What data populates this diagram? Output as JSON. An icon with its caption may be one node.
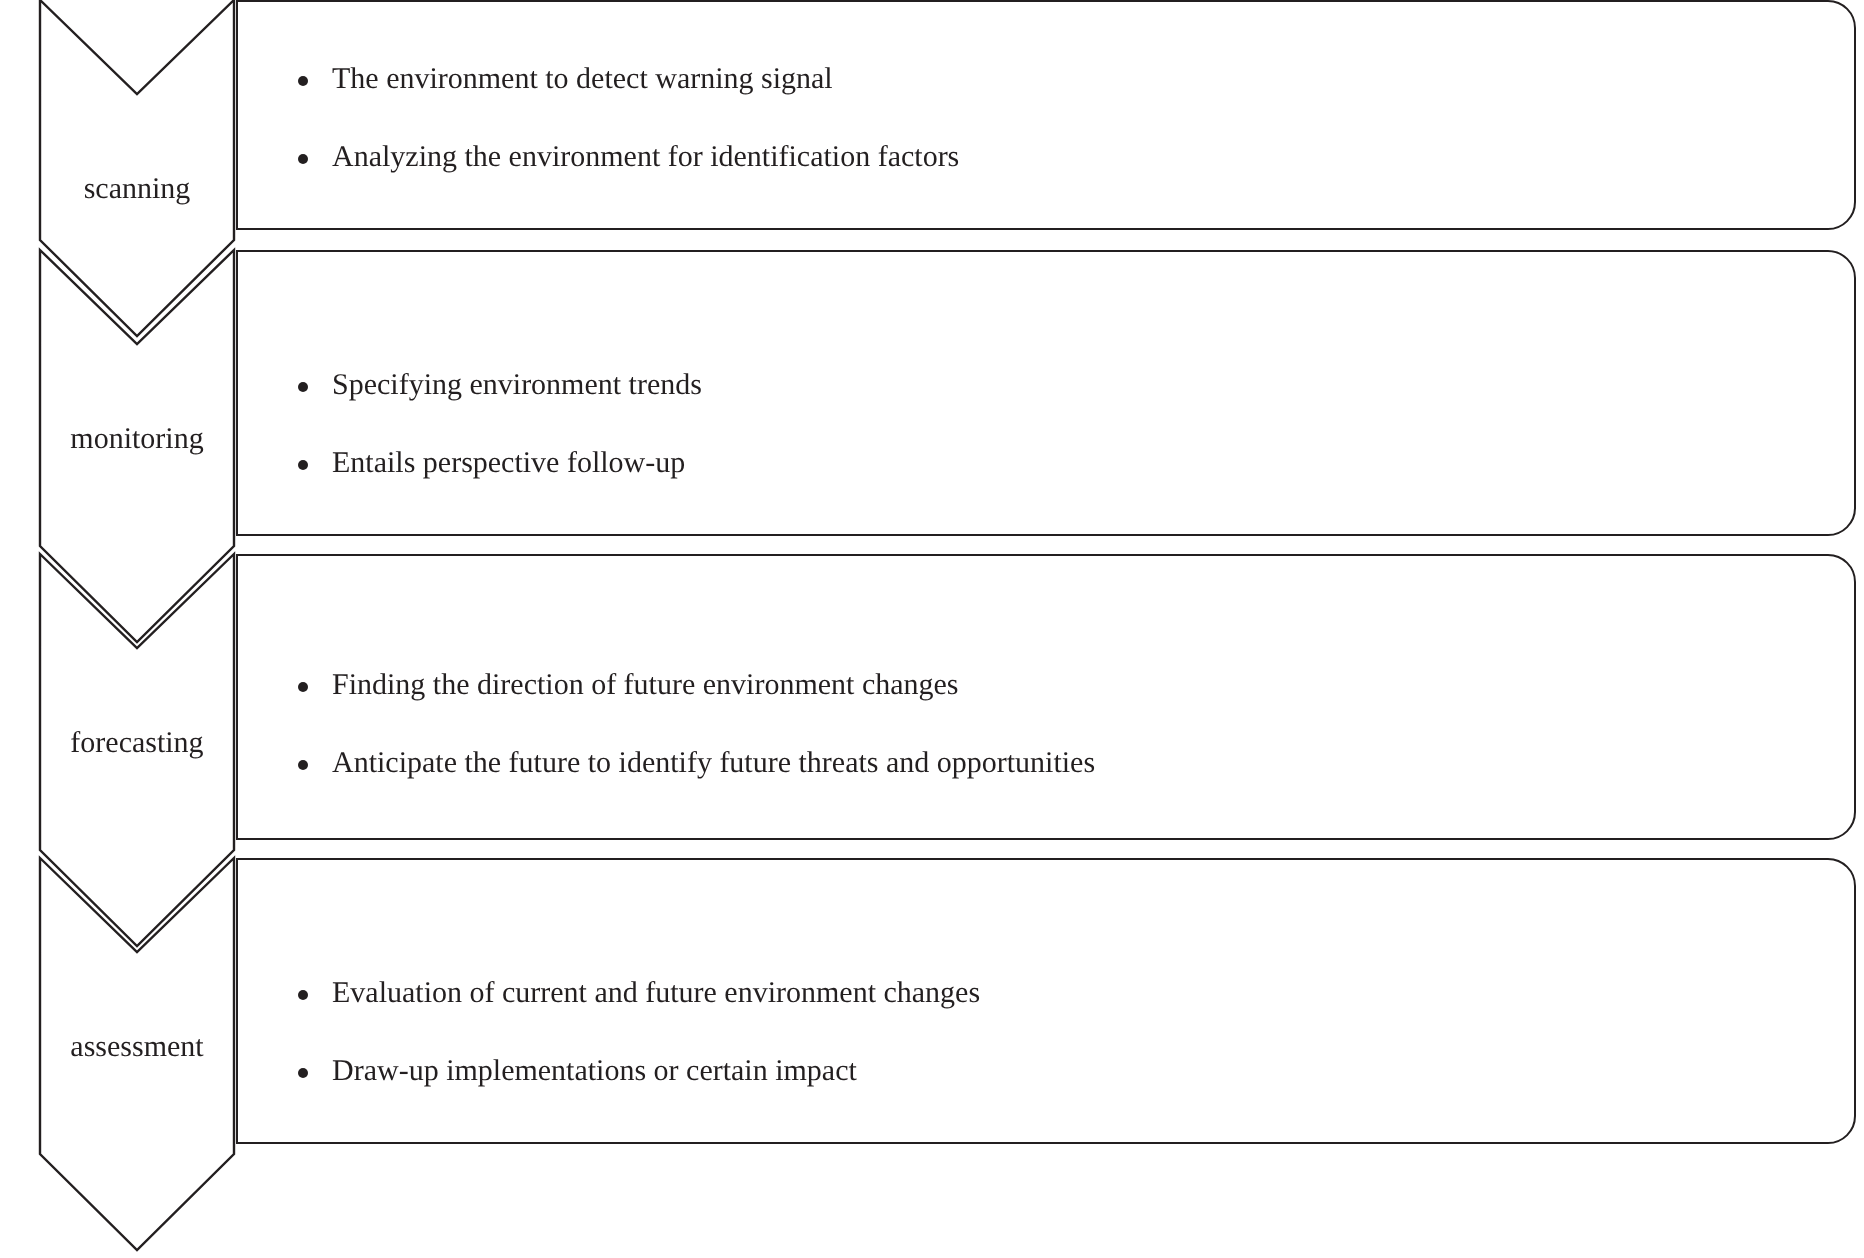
{
  "diagram": {
    "nodes": [
      {
        "text": [
          "scanning"
        ]
      },
      {
        "text": [
          "The environment to detect warning signal",
          "Analyzing the environment for identification factors"
        ]
      },
      {
        "text": [
          "monitoring"
        ]
      },
      {
        "text": [
          "Specifying environment trends",
          "Entails perspective follow-up"
        ]
      },
      {
        "text": [
          "forecasting"
        ]
      },
      {
        "text": [
          "Finding the direction of future environment changes",
          "Anticipate the future to identify future threats and opportunities"
        ]
      },
      {
        "text": [
          "assessment"
        ]
      },
      {
        "text": [
          "Evaluation of current and future environment changes",
          "Draw-up implementations or certain impact"
        ]
      }
    ]
  }
}
